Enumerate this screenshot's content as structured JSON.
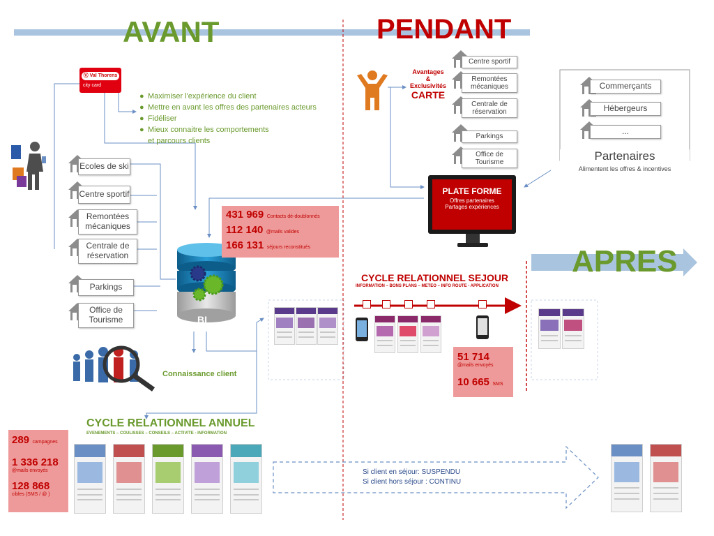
{
  "phases": {
    "avant": "AVANT",
    "pendant": "PENDANT",
    "apres": "APRES"
  },
  "colors": {
    "avant": "#6a9a2d",
    "pendant": "#c00000",
    "apres": "#6a9a2d",
    "band": "#a9c4de",
    "pink": "#ef9a9a",
    "line": "#6a8fc4"
  },
  "card": {
    "brand": "Val Thorens",
    "sub": "city card"
  },
  "objectives": [
    "Maximiser l'expérience du client",
    "Mettre en avant les offres des partenaires acteurs",
    "Fidéliser",
    "Mieux connaitre les comportements",
    "et parcours clients"
  ],
  "sources": [
    "Ecoles de ski",
    "Centre sportif",
    "Remontées mécaniques",
    "Centrale de réservation",
    "Parkings",
    "Office de Tourisme"
  ],
  "bi": {
    "label": "BI"
  },
  "bi_stats": [
    {
      "value": "431 969",
      "label": "Contacts dé-doublonnés"
    },
    {
      "value": "112 140",
      "label": "@mails valides"
    },
    {
      "value": "166 131",
      "label": "séjours reconstitués"
    }
  ],
  "connaissance": "Connaissance client",
  "pendant_block": {
    "avantages": "Avantages",
    "amp": "&",
    "exclusivites": "Exclusivités",
    "carte": "CARTE",
    "boxes": [
      "Centre sportif",
      "Remontées mécaniques",
      "Centrale de réservation",
      "Parkings",
      "Office de Tourisme"
    ]
  },
  "partenaires": {
    "items": [
      "Commerçants",
      "Hébergeurs",
      "..."
    ],
    "title": "Partenaires",
    "subtitle": "Alimentent les offres & incentives"
  },
  "plateforme": {
    "title": "PLATE FORME",
    "line1": "Offres partenaires",
    "line2": "Partages expériences"
  },
  "sejour": {
    "title": "CYCLE RELATIONNEL SEJOUR",
    "subtitle": "INFORMATION – BONS PLANS – METEO – INFO ROUTE - APPLICATION"
  },
  "sejour_stats": [
    {
      "value": "51 714",
      "label": "@mails envoyés"
    },
    {
      "value": "10 665",
      "label": "SMS"
    }
  ],
  "annuel": {
    "title": "CYCLE RELATIONNEL ANNUEL",
    "subtitle": "EVENEMENTS – COULISSES – CONSEILS – ACTIVITE - INFORMATION"
  },
  "annuel_stats": [
    {
      "value": "289",
      "label": "campagnes"
    },
    {
      "value": "1 336 218",
      "label": "@mails envoyés"
    },
    {
      "value": "128 868",
      "label": "cibles (SMS / @ )"
    }
  ],
  "suspend": {
    "line1": "Si client en séjour: SUSPENDU",
    "line2": "Si client hors séjour : CONTINU"
  },
  "icons": [
    "house-icon",
    "person-with-phone-icon",
    "person-arms-up-icon",
    "crowd-magnifier-icon",
    "gears-database-icon",
    "monitor-icon",
    "smartphone-icon",
    "calendar-icon"
  ]
}
